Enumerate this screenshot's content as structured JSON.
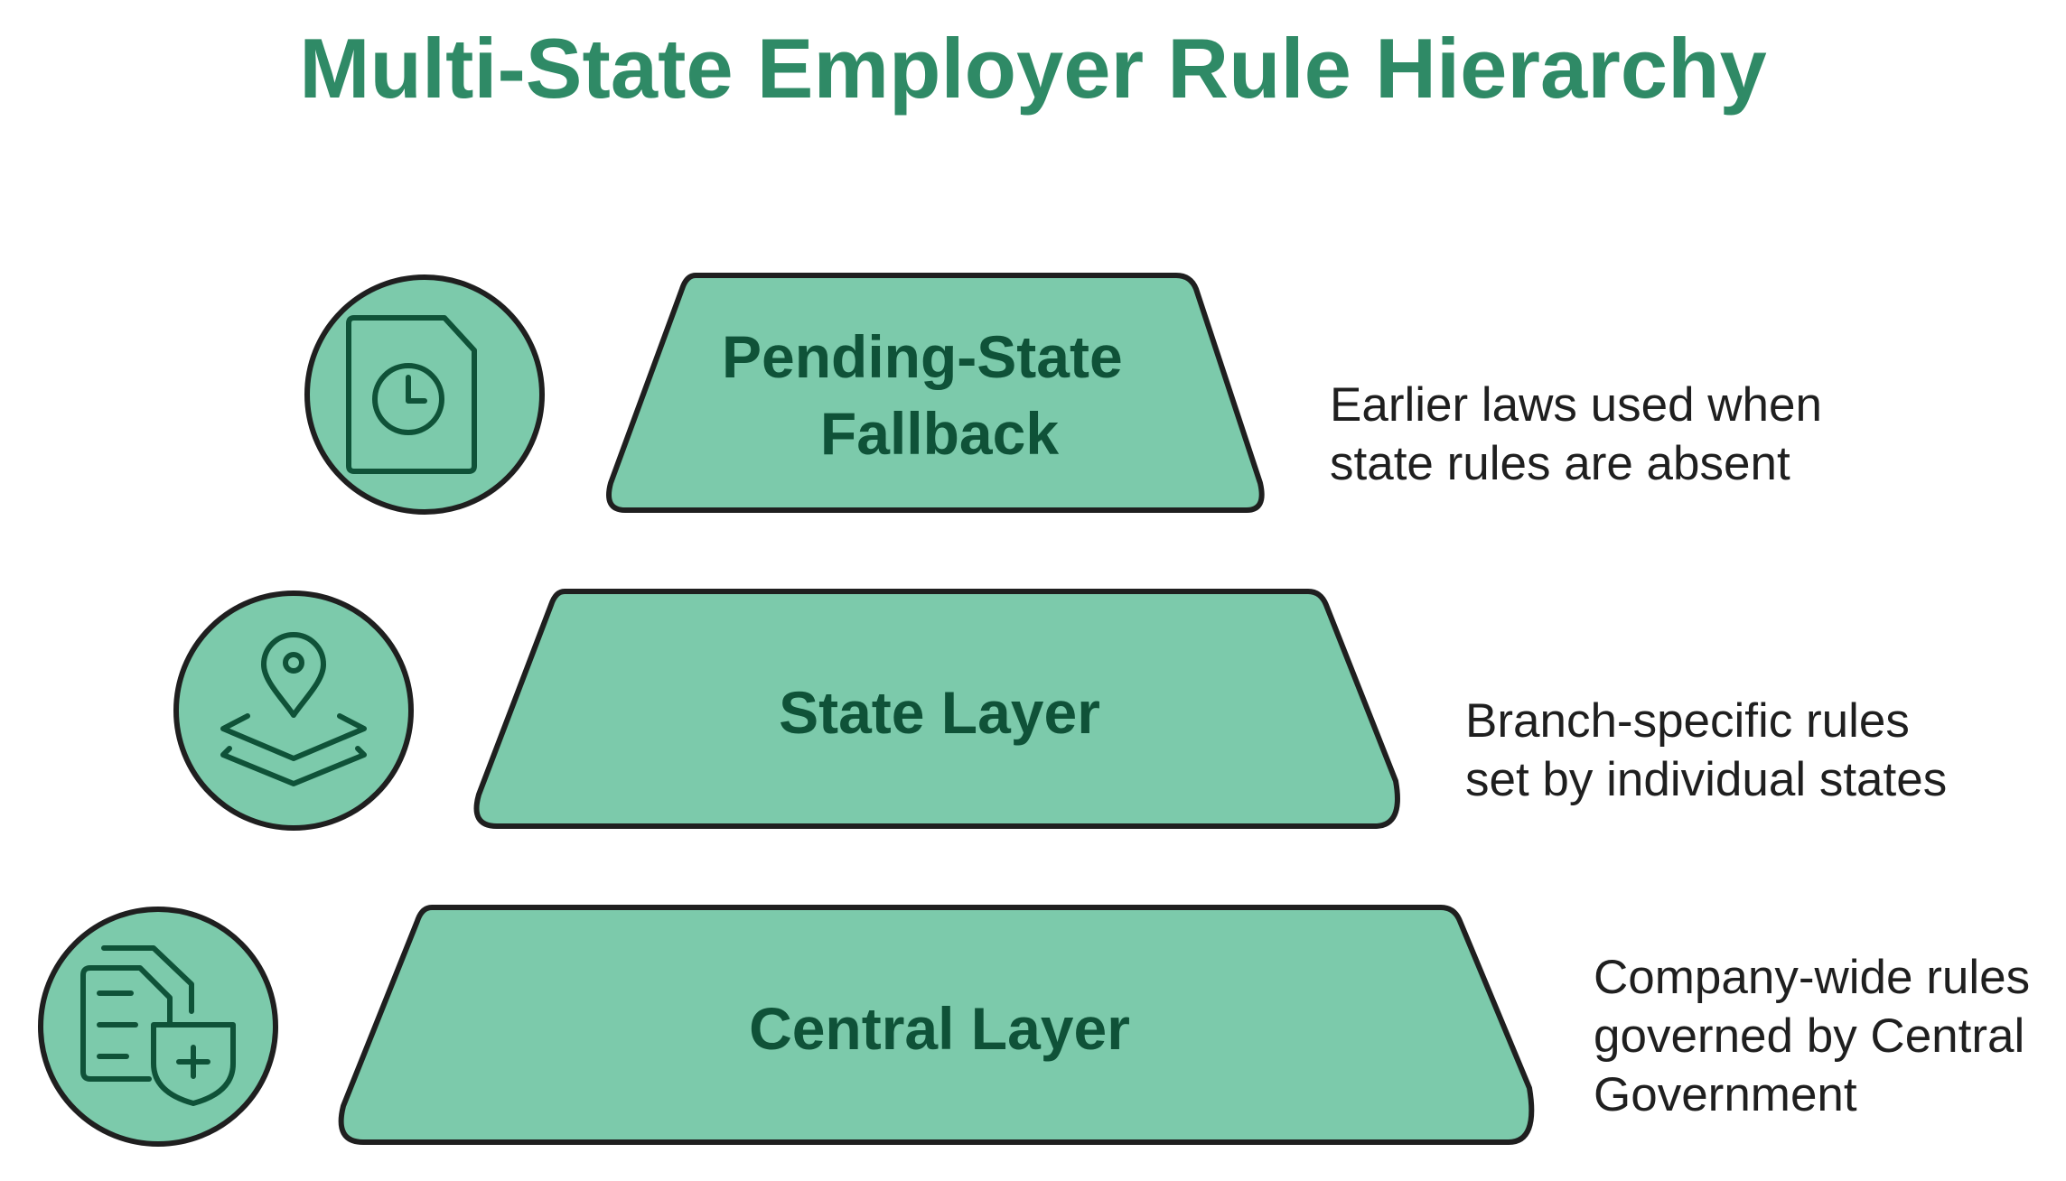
{
  "title": "Multi-State Employer Rule Hierarchy",
  "colors": {
    "title": "#2f8a66",
    "fill": "#7ccaab",
    "stroke": "#1f1f1f",
    "layer_text": "#0f5238",
    "icon_stroke": "#0f5238",
    "description_text": "#1f1f1f"
  },
  "layers": [
    {
      "label_lines": [
        "Pending-State",
        "Fallback"
      ],
      "icon": "document-clock-icon",
      "description_lines": [
        "Earlier laws used when",
        "state rules are absent"
      ]
    },
    {
      "label_lines": [
        "State Layer"
      ],
      "icon": "location-layers-icon",
      "description_lines": [
        "Branch-specific rules",
        "set by individual states"
      ]
    },
    {
      "label_lines": [
        "Central Layer"
      ],
      "icon": "documents-shield-icon",
      "description_lines": [
        "Company-wide rules",
        "governed by Central",
        "Government"
      ]
    }
  ]
}
